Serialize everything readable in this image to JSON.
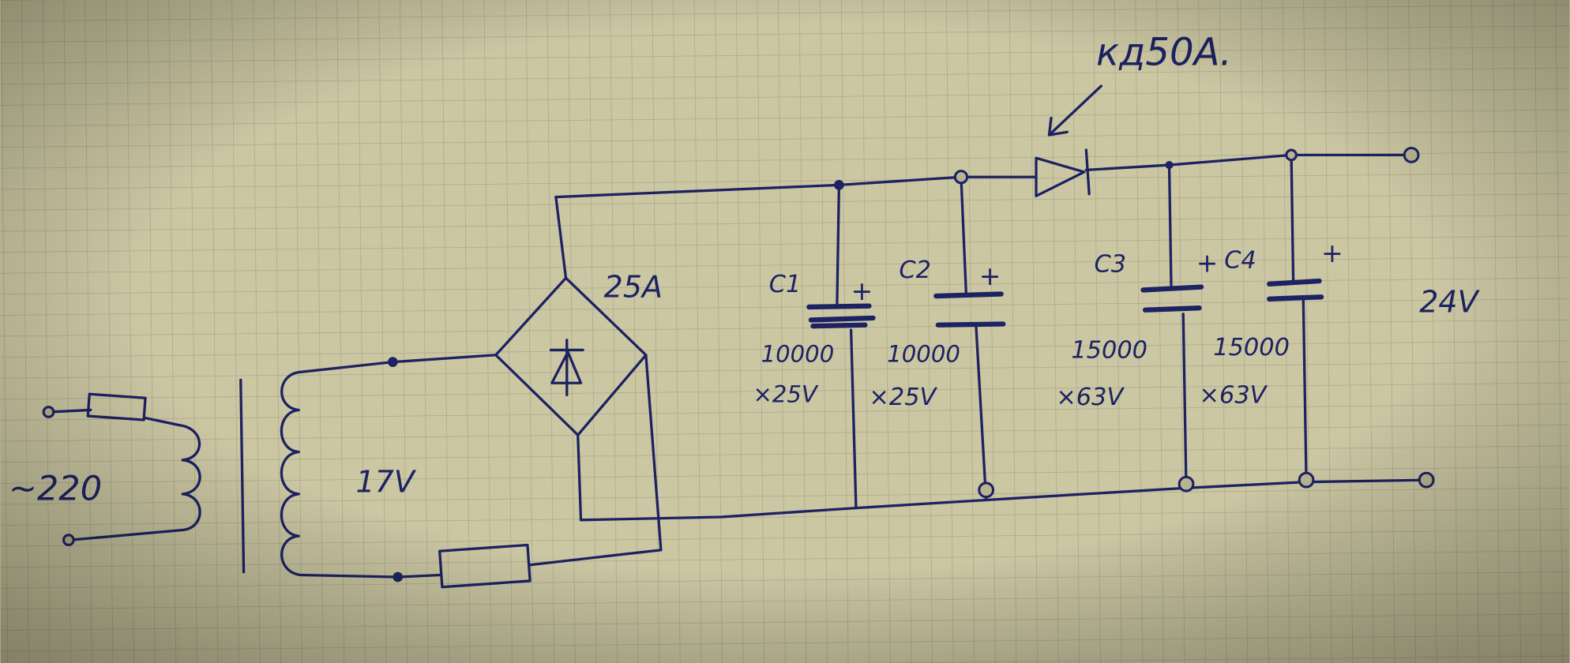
{
  "diagram": {
    "input_voltage": "~220",
    "secondary_voltage": "17V",
    "bridge_rating": "25A",
    "diode_label": "кд50А.",
    "output_voltage": "24V",
    "capacitors": [
      {
        "name": "C1",
        "value": "10000",
        "voltage": "×25V",
        "polarity": "+"
      },
      {
        "name": "C2",
        "value": "10000",
        "voltage": "×25V",
        "polarity": "+"
      },
      {
        "name": "C3",
        "value": "15000",
        "voltage": "×63V",
        "polarity": "+"
      },
      {
        "name": "C4",
        "value": "15000",
        "voltage": "×63V",
        "polarity": "+"
      }
    ],
    "colors": {
      "ink": "#1c2262",
      "paper": "#c8c4a0",
      "grid": "#a9a68a"
    }
  }
}
